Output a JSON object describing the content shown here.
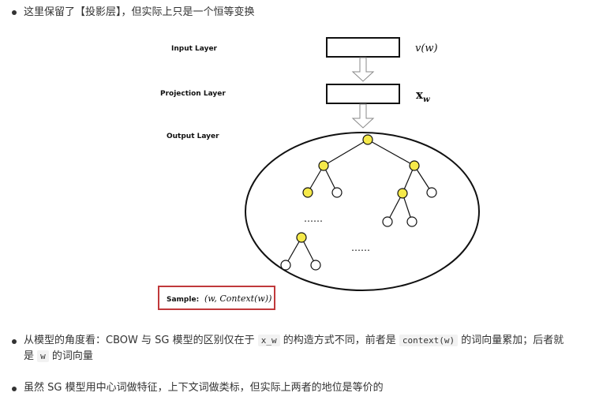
{
  "bullets": [
    {
      "text": "这里保留了【投影层】，但实际上只是一个恒等变换"
    },
    {
      "part1": "从模型的角度看：CBOW 与 SG 模型的区别仅在于 ",
      "code1": "x_w",
      "part2": " 的构造方式不同，前者是 ",
      "code2": "context(w)",
      "part3": " 的词向量累加；后者就",
      "part4": "是 ",
      "code3": "w",
      "part5": " 的词向量"
    },
    {
      "text": "虽然 SG 模型用中心词做特征，上下文词做类标，但实际上两者的地位是等价的"
    }
  ],
  "figure": {
    "input_layer_label": "Input Layer",
    "input_math": "v(w)",
    "projection_layer_label": "Projection Layer",
    "projection_math": "x",
    "projection_math_sub": "w",
    "output_layer_label": "Output Layer",
    "ellipsis_left": "……",
    "ellipsis_right": "……",
    "sample_label": "Sample:",
    "sample_math": "(w, Context(w))",
    "colors": {
      "node_fill": "#f5e94a",
      "sample_border": "#c0393b"
    }
  }
}
